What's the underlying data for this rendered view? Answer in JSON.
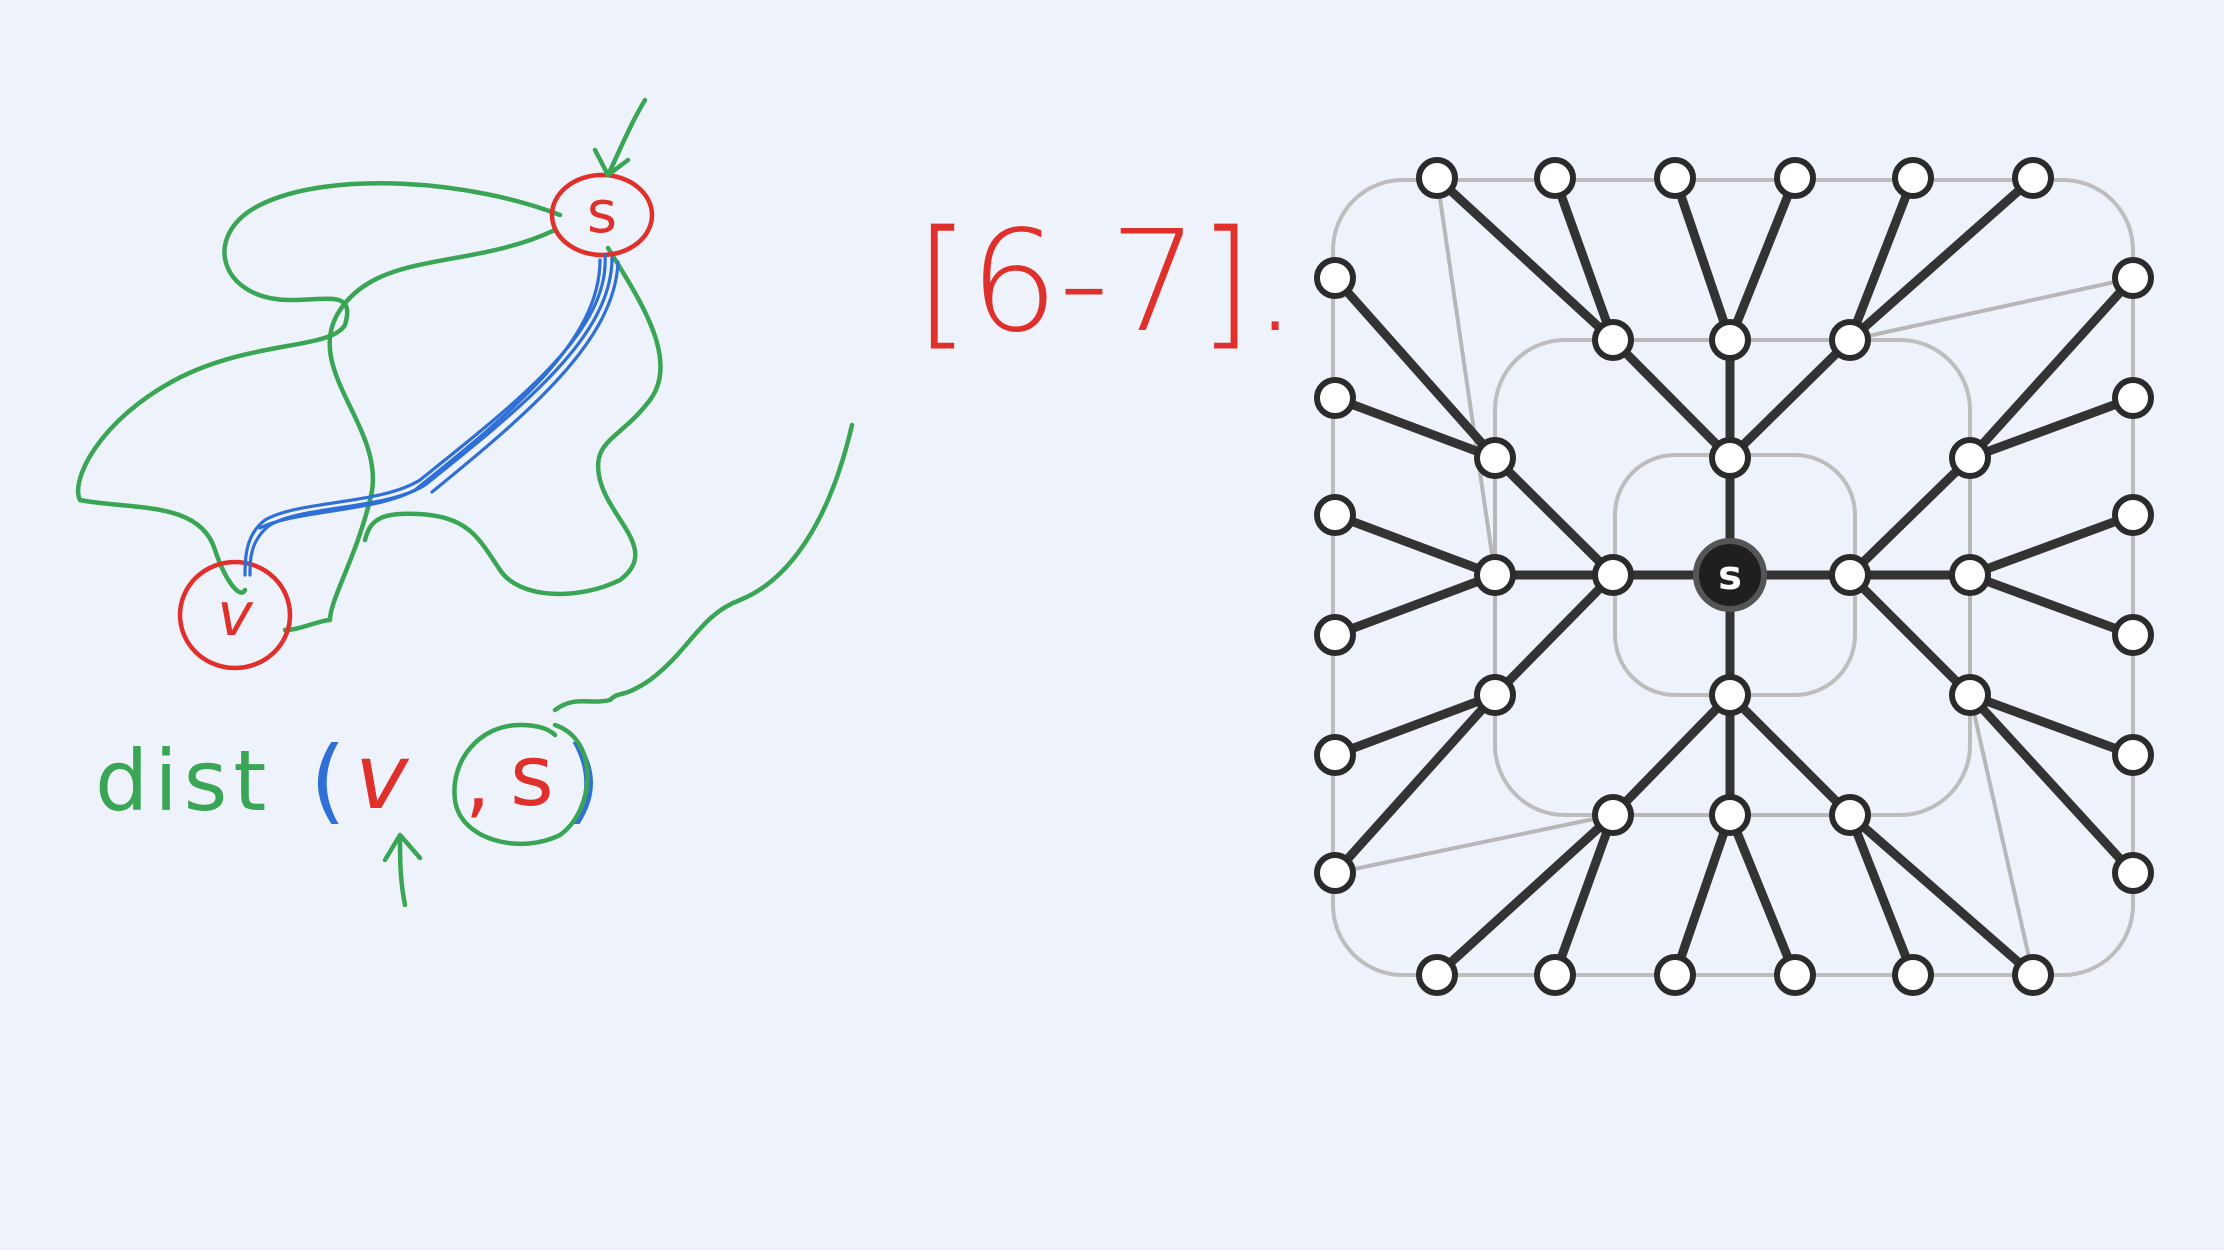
{
  "sketch": {
    "source_node_label": "s",
    "target_node_label": "v",
    "formula": {
      "func": "dist",
      "open": "(",
      "arg1": "v",
      "sep": ",",
      "arg2": "s",
      "close": ")"
    }
  },
  "reference": {
    "text": "[6-7]."
  },
  "graph": {
    "source_label": "s",
    "colors": {
      "tree_edge": "#333333",
      "non_tree_edge": "#b7b7b7",
      "ring": "#bdbdbd",
      "node_fill": "#ffffff",
      "node_stroke": "#2b2b2b",
      "source_fill": "#1f1f1f"
    }
  },
  "colors": {
    "green_ink": "#3aa655",
    "red_ink": "#e0302c",
    "blue_ink": "#2f6fd6",
    "background": "#eef3fb"
  }
}
